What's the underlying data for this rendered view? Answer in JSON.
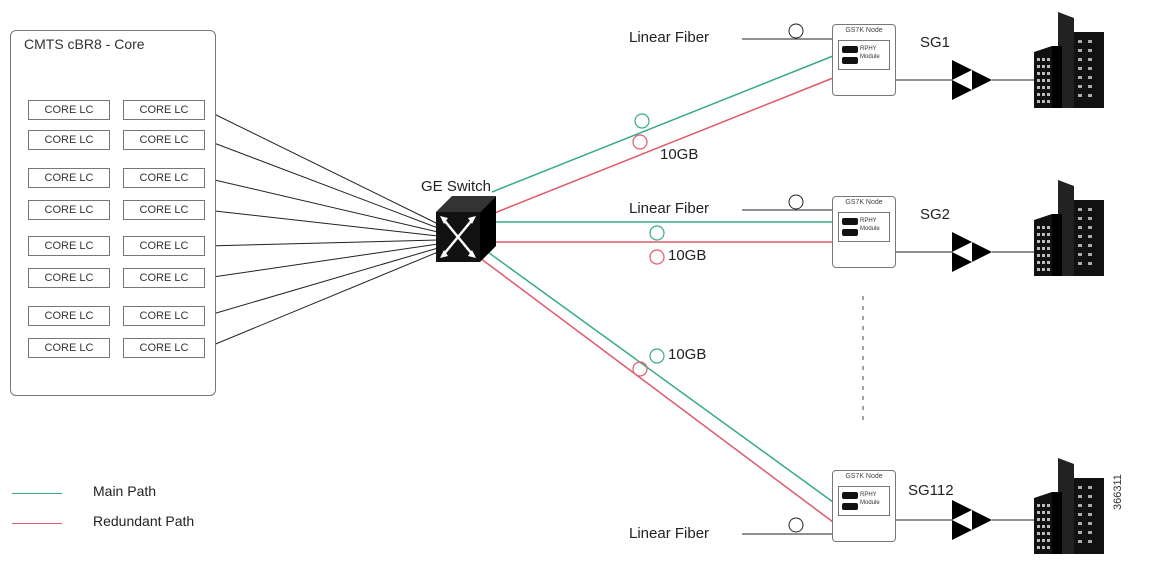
{
  "cmts": {
    "title": "CMTS cBR8 - Core",
    "line_cards": [
      [
        "CORE LC",
        "CORE LC"
      ],
      [
        "CORE LC",
        "CORE LC"
      ],
      [
        "CORE LC",
        "CORE LC"
      ],
      [
        "CORE LC",
        "CORE LC"
      ],
      [
        "CORE LC",
        "CORE LC"
      ],
      [
        "CORE LC",
        "CORE LC"
      ],
      [
        "CORE LC",
        "CORE LC"
      ],
      [
        "CORE LC",
        "CORE LC"
      ]
    ]
  },
  "switch": {
    "label": "GE Switch"
  },
  "links": [
    {
      "label": "10GB"
    },
    {
      "label": "10GB"
    },
    {
      "label": "10GB"
    }
  ],
  "nodes": [
    {
      "title": "GS7K Node",
      "module": "RPHY Module",
      "fiber_label": "Linear Fiber",
      "sg": "SG1"
    },
    {
      "title": "GS7K Node",
      "module": "RPHY Module",
      "fiber_label": "Linear Fiber",
      "sg": "SG2"
    },
    {
      "title": "GS7K Node",
      "module": "RPHY Module",
      "fiber_label": "Linear Fiber",
      "sg": "SG112"
    }
  ],
  "legend": {
    "main": {
      "label": "Main Path",
      "color": "#3aaa86"
    },
    "redundant": {
      "label": "Redundant Path",
      "color": "#e05a6a"
    }
  },
  "figure_id": "366311",
  "icons": {
    "switch": "switch-icon",
    "amplifier": "amplifier-icon",
    "building": "building-icon"
  }
}
